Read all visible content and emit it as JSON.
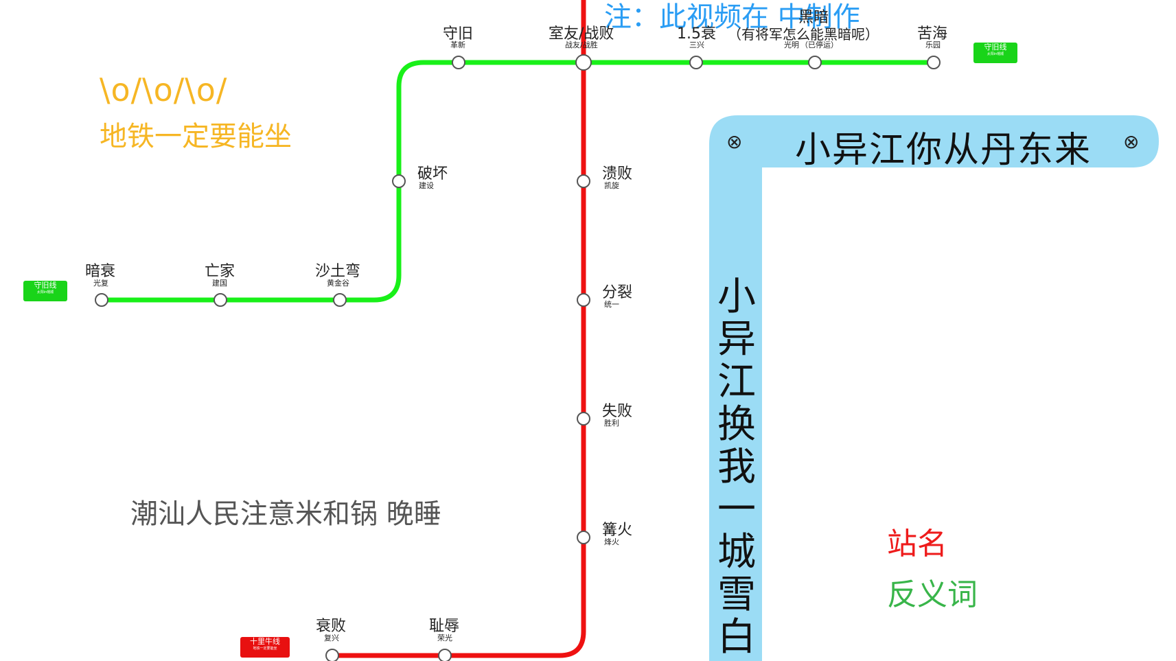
{
  "colors": {
    "line_green": "#19f019",
    "line_red": "#ee1111",
    "banner_blue": "#9bdcf5",
    "note_blue": "#2a9df4",
    "orange": "#f6b624",
    "legend_red": "#ee1b1b",
    "legend_green": "#39b54a"
  },
  "note": "注：此视频在  中制作",
  "slogan": {
    "line1": "\\o/\\o/\\o/",
    "line2": "地铁一定要能坐"
  },
  "chaoshan_text": "潮汕人民注意米和锅 晚睡",
  "banner": {
    "horizontal": "小异江你从丹东来",
    "vertical": [
      "小",
      "异",
      "江",
      "换",
      "我",
      "一",
      "城",
      "雪",
      "白"
    ],
    "icon": "⊗"
  },
  "legend": {
    "station": "站名",
    "antonym": "反义词"
  },
  "badges": {
    "green_right": {
      "line1": "守旧线",
      "line2": "太阳in帽顺"
    },
    "green_left": {
      "line1": "守旧线",
      "line2": "太阳in帽顺"
    },
    "red": {
      "line1": "十里牛线",
      "line2": "地铁一定要能坐"
    }
  },
  "green_stations": [
    {
      "name": "暗衰",
      "antonym": "光复"
    },
    {
      "name": "亡家",
      "antonym": "建国"
    },
    {
      "name": "沙土弯",
      "antonym": "黄金谷"
    },
    {
      "name": "破坏",
      "antonym": "建设"
    },
    {
      "name": "守旧",
      "antonym": "革新"
    },
    {
      "name": "室友/战败",
      "antonym": "战友/战胜"
    },
    {
      "name": "1.5衰",
      "antonym": "三兴"
    },
    {
      "name": "黑暗",
      "antonym": "光明",
      "extra_name": "（有将军怎么能黑暗呢）",
      "extra_antonym": "（已停运）"
    },
    {
      "name": "苦海",
      "antonym": "乐园"
    }
  ],
  "red_stations": [
    {
      "name": "溃败",
      "antonym": "凯旋"
    },
    {
      "name": "分裂",
      "antonym": "统一"
    },
    {
      "name": "失败",
      "antonym": "胜利"
    },
    {
      "name": "篝火",
      "antonym": "烽火"
    },
    {
      "name": "耻辱",
      "antonym": "荣光"
    },
    {
      "name": "衰败",
      "antonym": "复兴"
    }
  ]
}
